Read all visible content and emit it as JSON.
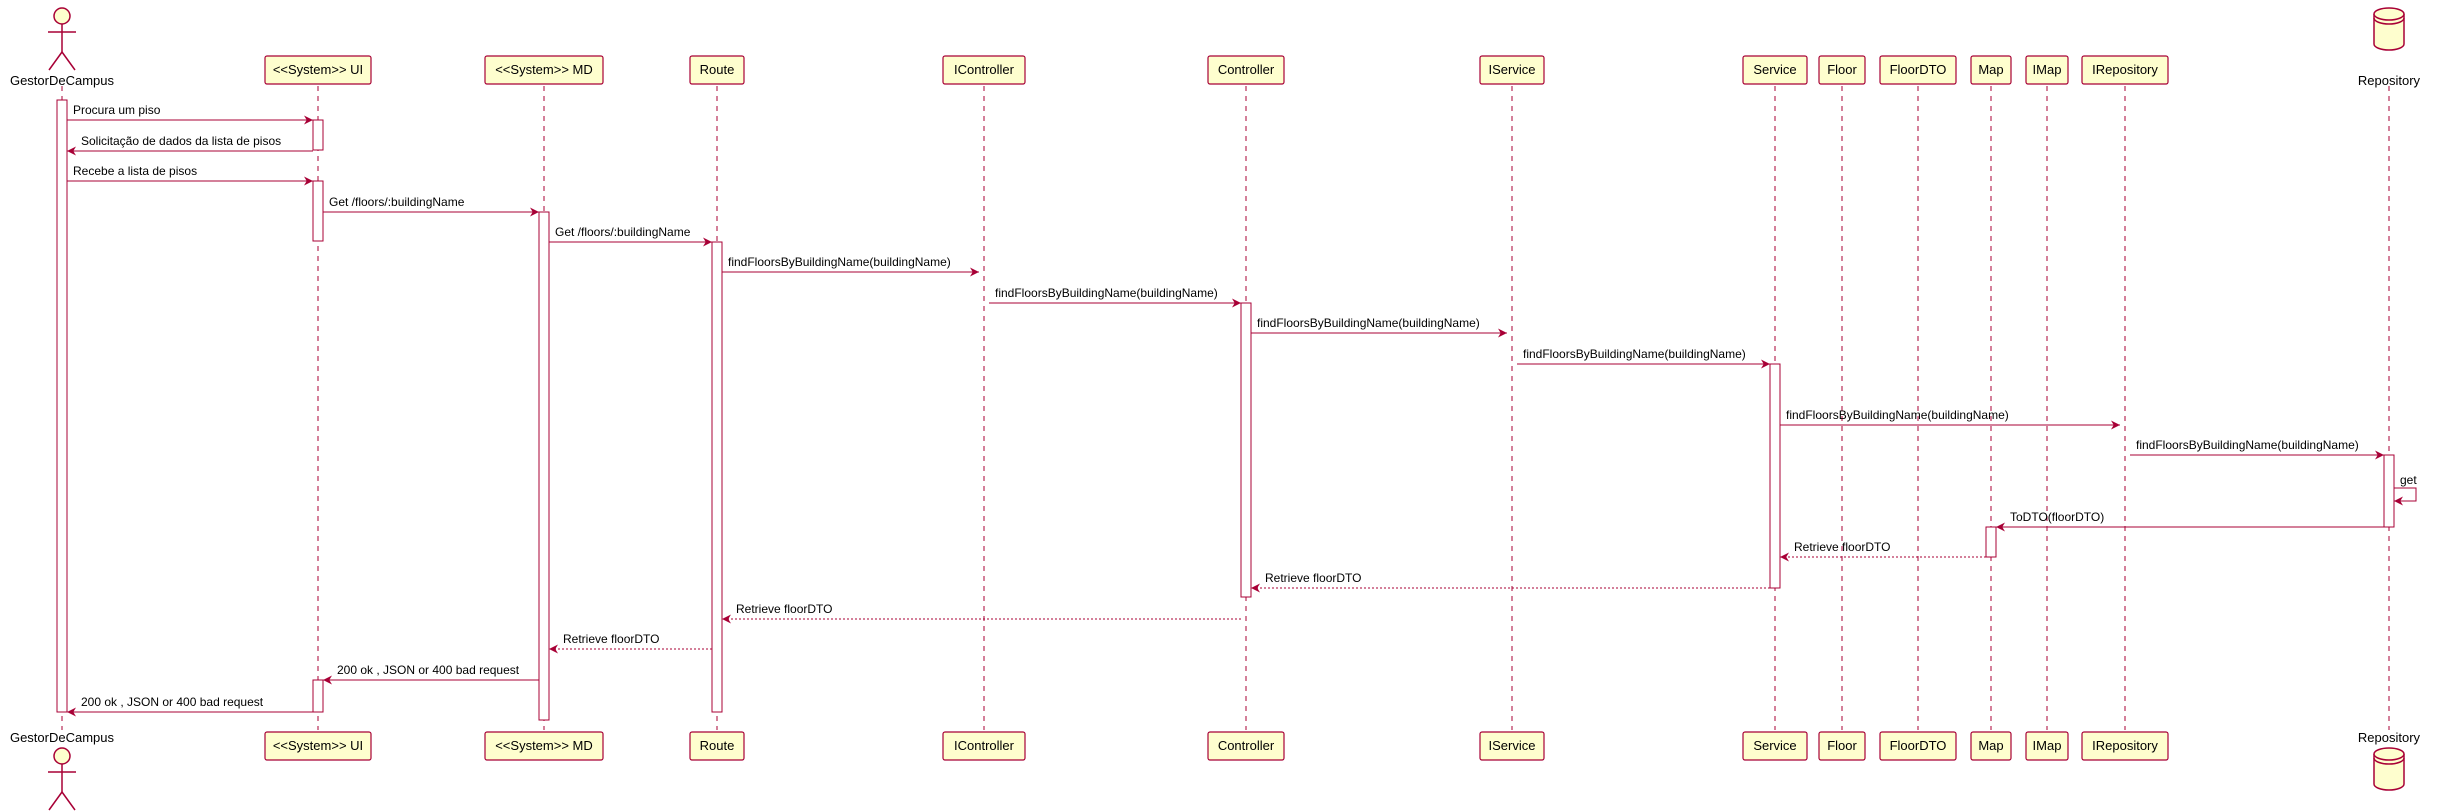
{
  "participants": [
    {
      "id": "gestor",
      "label": "GestorDeCampus",
      "kind": "actor"
    },
    {
      "id": "ui",
      "label": "<<System>> UI",
      "kind": "box"
    },
    {
      "id": "md",
      "label": "<<System>> MD",
      "kind": "box"
    },
    {
      "id": "route",
      "label": "Route",
      "kind": "box"
    },
    {
      "id": "icontroller",
      "label": "IController",
      "kind": "box"
    },
    {
      "id": "controller",
      "label": "Controller",
      "kind": "box"
    },
    {
      "id": "iservice",
      "label": "IService",
      "kind": "box"
    },
    {
      "id": "service",
      "label": "Service",
      "kind": "box"
    },
    {
      "id": "floor",
      "label": "Floor",
      "kind": "box"
    },
    {
      "id": "floordto",
      "label": "FloorDTO",
      "kind": "box"
    },
    {
      "id": "map",
      "label": "Map",
      "kind": "box"
    },
    {
      "id": "imap",
      "label": "IMap",
      "kind": "box"
    },
    {
      "id": "irepository",
      "label": "IRepository",
      "kind": "box"
    },
    {
      "id": "repository",
      "label": "Repository",
      "kind": "database"
    }
  ],
  "messages": [
    {
      "from": "gestor",
      "to": "ui",
      "label": "Procura um piso",
      "kind": "sync"
    },
    {
      "from": "ui",
      "to": "gestor",
      "label": "Solicitação de dados da lista de pisos",
      "kind": "sync"
    },
    {
      "from": "gestor",
      "to": "ui",
      "label": "Recebe a lista de pisos",
      "kind": "sync"
    },
    {
      "from": "ui",
      "to": "md",
      "label": "Get /floors/:buildingName",
      "kind": "sync"
    },
    {
      "from": "md",
      "to": "route",
      "label": "Get /floors/:buildingName",
      "kind": "sync"
    },
    {
      "from": "route",
      "to": "icontroller",
      "label": "findFloorsByBuildingName(buildingName)",
      "kind": "sync"
    },
    {
      "from": "icontroller",
      "to": "controller",
      "label": "findFloorsByBuildingName(buildingName)",
      "kind": "sync"
    },
    {
      "from": "controller",
      "to": "iservice",
      "label": "findFloorsByBuildingName(buildingName)",
      "kind": "sync"
    },
    {
      "from": "iservice",
      "to": "service",
      "label": "findFloorsByBuildingName(buildingName)",
      "kind": "sync"
    },
    {
      "from": "service",
      "to": "irepository",
      "label": "findFloorsByBuildingName(buildingName)",
      "kind": "sync"
    },
    {
      "from": "irepository",
      "to": "repository",
      "label": "findFloorsByBuildingName(buildingName)",
      "kind": "sync"
    },
    {
      "from": "repository",
      "to": "repository",
      "label": "get",
      "kind": "self"
    },
    {
      "from": "repository",
      "to": "map",
      "label": "ToDTO(floorDTO)",
      "kind": "sync"
    },
    {
      "from": "map",
      "to": "service",
      "label": "Retrieve floorDTO",
      "kind": "return"
    },
    {
      "from": "service",
      "to": "controller",
      "label": "Retrieve floorDTO",
      "kind": "return"
    },
    {
      "from": "controller",
      "to": "route",
      "label": "Retrieve floorDTO",
      "kind": "return"
    },
    {
      "from": "route",
      "to": "md",
      "label": "Retrieve floorDTO",
      "kind": "return"
    },
    {
      "from": "md",
      "to": "ui",
      "label": "200 ok , JSON or 400 bad request",
      "kind": "sync"
    },
    {
      "from": "ui",
      "to": "gestor",
      "label": "200 ok , JSON or 400 bad request",
      "kind": "sync"
    }
  ],
  "colors": {
    "line": "#a80036",
    "box_fill": "#fefece",
    "text": "#000000",
    "background": "#ffffff"
  }
}
